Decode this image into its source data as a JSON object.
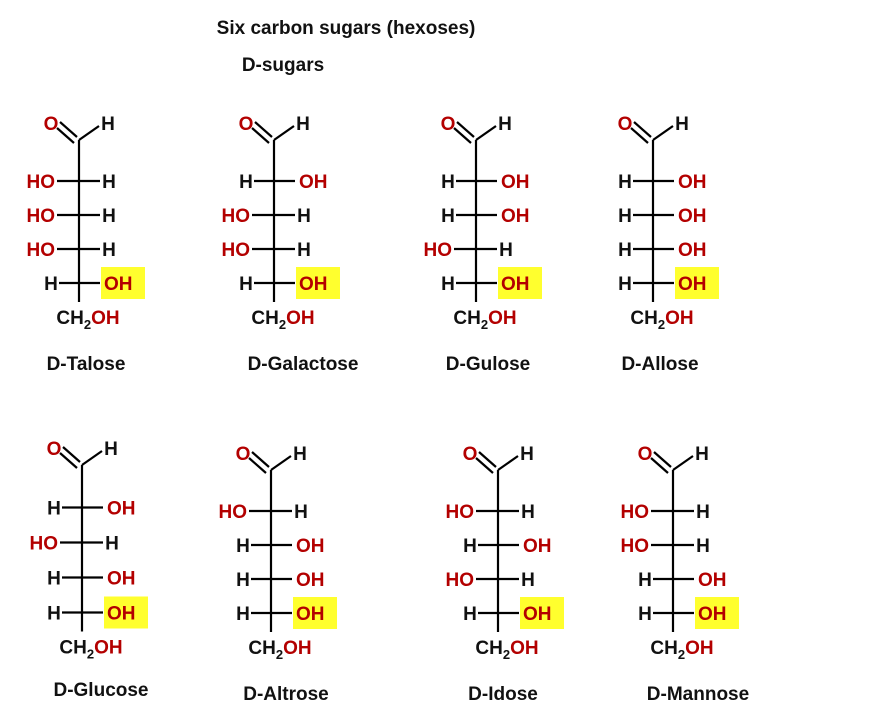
{
  "header": {
    "title": "Six carbon sugars (hexoses)",
    "subtitle": "D-sugars"
  },
  "colors": {
    "oxygen": "#b30000",
    "hydrogen": "#111111",
    "bond": "#000000",
    "highlight": "#ffff2e"
  },
  "labels": {
    "aldehyde_o": "O",
    "aldehyde_h": "H",
    "hydroxyl": "OH",
    "hydroxyl_left": "HO",
    "hydrogen": "H",
    "terminal_ch": "CH",
    "terminal_sub": "2",
    "terminal_oh": "OH"
  },
  "sugars": [
    {
      "name": "D-Talose",
      "config": [
        "L",
        "L",
        "L",
        "R"
      ]
    },
    {
      "name": "D-Galactose",
      "config": [
        "R",
        "L",
        "L",
        "R"
      ]
    },
    {
      "name": "D-Gulose",
      "config": [
        "R",
        "R",
        "L",
        "R"
      ]
    },
    {
      "name": "D-Allose",
      "config": [
        "R",
        "R",
        "R",
        "R"
      ]
    },
    {
      "name": "D-Glucose",
      "config": [
        "R",
        "L",
        "R",
        "R"
      ]
    },
    {
      "name": "D-Altrose",
      "config": [
        "L",
        "R",
        "R",
        "R"
      ]
    },
    {
      "name": "D-Idose",
      "config": [
        "L",
        "R",
        "L",
        "R"
      ]
    },
    {
      "name": "D-Mannose",
      "config": [
        "L",
        "L",
        "R",
        "R"
      ]
    }
  ]
}
